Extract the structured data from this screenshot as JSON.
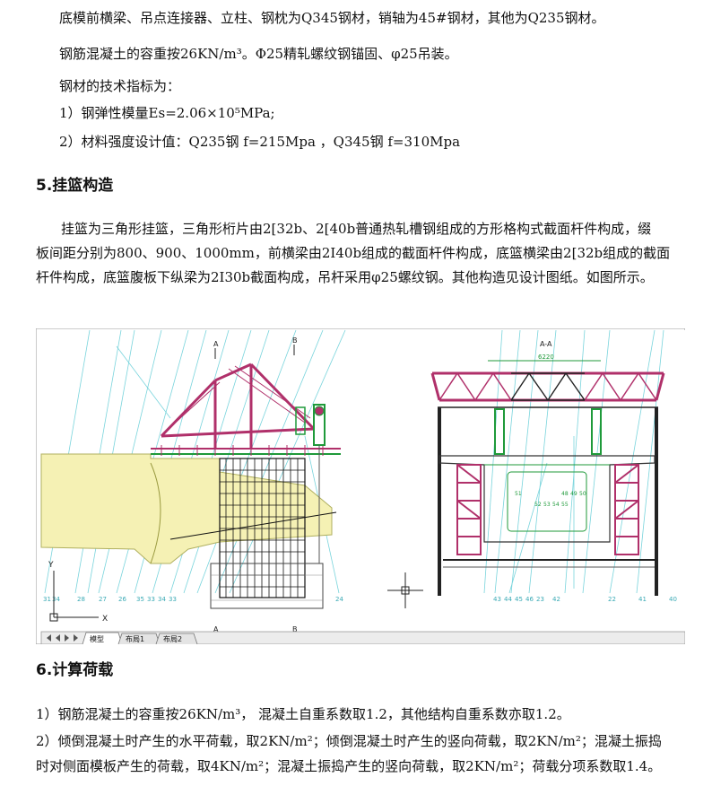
{
  "top_lines": [
    "底模前横梁、吊点连接器、立柱、钢枕为Q345钢材，销轴为45#钢材，其他为Q235钢材。",
    "钢筋混凝土的容重按26KN/m³。Φ25精轧螺纹钢锚固、φ25吊装。",
    "钢材的技术指标为：",
    "1）钢弹性模量Es=2.06×10⁵MPa;",
    "2）材料强度设计值：Q235钢 f=215Mpa ，Q345钢 f=310Mpa"
  ],
  "section5": {
    "heading": "5.挂篮构造",
    "para_lines": [
      "挂篮为三角形挂篮，三角形桁片由2[32b、2[40b普通热轧槽钢组成的方形格构式截面杆件构成，缀",
      "板间距分别为800、900、1000mm，前横梁由2I40b组成的截面杆件构成，底篮横梁由2[32b组成的截面",
      "杆件构成，底篮腹板下纵梁为2I30b截面构成，吊杆采用φ25螺纹钢。其他构造见设计图纸。如图所示。"
    ]
  },
  "figure": {
    "tabs": [
      "模型",
      "布局1",
      "布局2"
    ],
    "section_label_a": "A",
    "section_label_b": "B",
    "section_title": "A-A",
    "dim_label": "6220",
    "axis_x": "X",
    "axis_y": "Y",
    "left_bottom_labels": [
      "31",
      "34",
      "28",
      "27",
      "26",
      "35",
      "33",
      "34",
      "33",
      "24"
    ],
    "right_bottom_labels": [
      "43",
      "44",
      "45",
      "46",
      "23",
      "42",
      "22",
      "41",
      "40"
    ],
    "inner_labels": [
      "48",
      "49",
      "50",
      "52",
      "53",
      "54",
      "55",
      "51"
    ],
    "colors": {
      "truss": "#b0306a",
      "grid": "#1a1a1a",
      "concrete": "#f4f0b0",
      "annot": "#6fd3d8",
      "green": "#1f9a3a"
    }
  },
  "section6": {
    "heading": "6.计算荷载",
    "lines": [
      "1）钢筋混凝土的容重按26KN/m³， 混凝土自重系数取1.2，其他结构自重系数亦取1.2。",
      "2）倾倒混凝土时产生的水平荷载，取2KN/m²；倾倒混凝土时产生的竖向荷载，取2KN/m²；混凝土振捣",
      "时对侧面模板产生的荷载，取4KN/m²；混凝土振捣产生的竖向荷载，取2KN/m²；荷载分项系数取1.4。"
    ]
  }
}
